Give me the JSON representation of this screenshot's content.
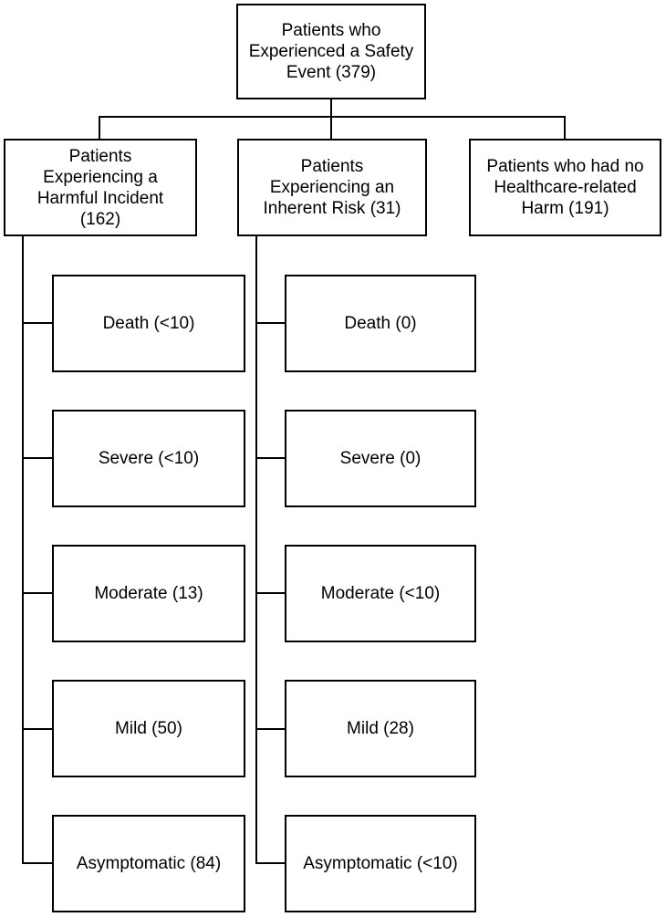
{
  "diagram": {
    "root": {
      "label": "Patients who\nExperienced a Safety\nEvent (379)"
    },
    "branches": [
      {
        "label": "Patients\nExperiencing a\nHarmful Incident\n(162)",
        "children": [
          "Death (<10)",
          "Severe (<10)",
          "Moderate (13)",
          "Mild (50)",
          "Asymptomatic (84)"
        ]
      },
      {
        "label": "Patients\nExperiencing an\nInherent Risk (31)",
        "children": [
          "Death (0)",
          "Severe (0)",
          "Moderate (<10)",
          "Mild (28)",
          "Asymptomatic  (<10)"
        ]
      },
      {
        "label": "Patients who had no\nHealthcare-related\nHarm (191)",
        "children": []
      }
    ]
  }
}
